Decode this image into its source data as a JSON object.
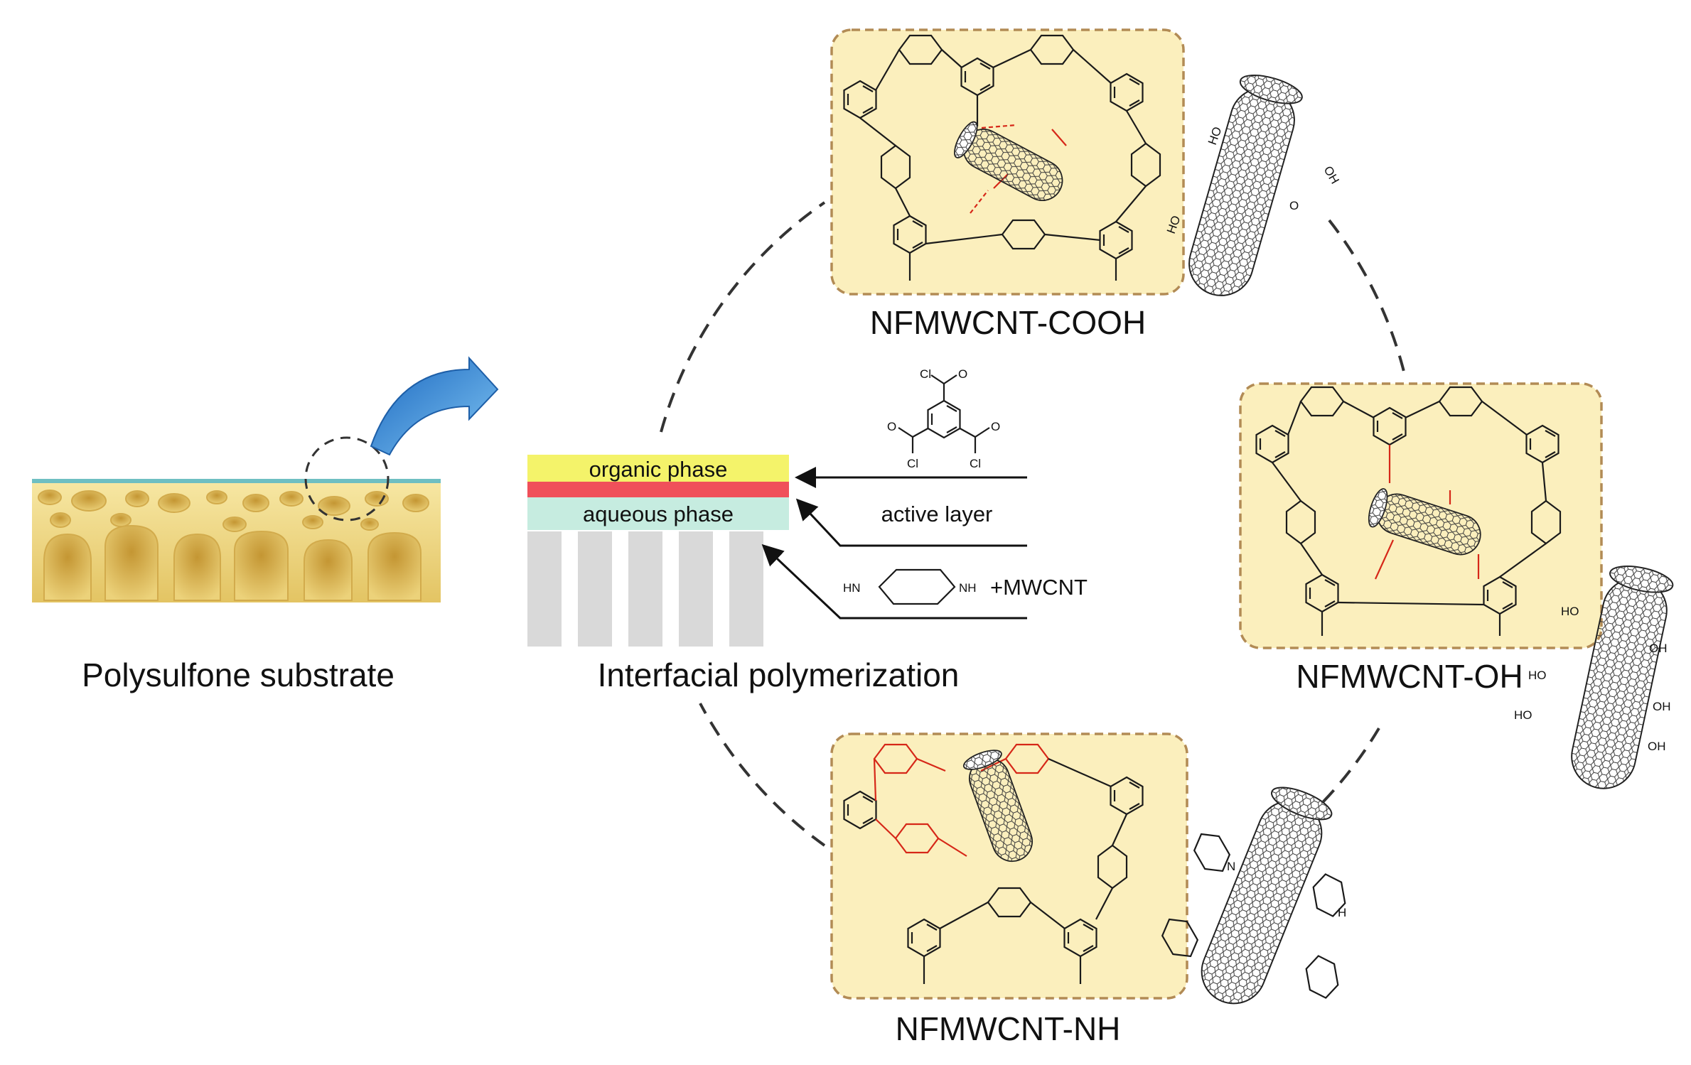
{
  "substrate": {
    "label": "Polysulfone substrate"
  },
  "interfacial": {
    "label": "Interfacial polymerization",
    "organic_phase": "organic phase",
    "aqueous_phase": "aqueous phase",
    "active_layer": "active layer",
    "monomer_label": "+MWCNT",
    "amine_left": "HN",
    "amine_right": "NH",
    "acyl_cl": "Cl",
    "acyl_o": "O"
  },
  "products": [
    {
      "name": "NFMWCNT-COOH",
      "group": "COOH",
      "group_labels": [
        "HO",
        "OH",
        "HO",
        "O"
      ]
    },
    {
      "name": "NFMWCNT-OH",
      "group": "OH",
      "group_labels": [
        "HO",
        "OH",
        "HO",
        "OH",
        "HO",
        "OH"
      ]
    },
    {
      "name": "NFMWCNT-NH",
      "group": "NH",
      "group_labels": [
        "N",
        "H"
      ]
    }
  ],
  "colors": {
    "substrate_fill": "#f3dd8e",
    "substrate_pore": "#d9b24c",
    "organic_phase": "#f4f36a",
    "active_layer": "#f0505a",
    "aqueous_phase": "#c6ece0",
    "support_bar": "#d9d9d9",
    "panel_fill": "#fbefbd",
    "panel_border": "#b28b55",
    "highlight": "#d62718",
    "arrow_blue": "#3a8fd6"
  }
}
